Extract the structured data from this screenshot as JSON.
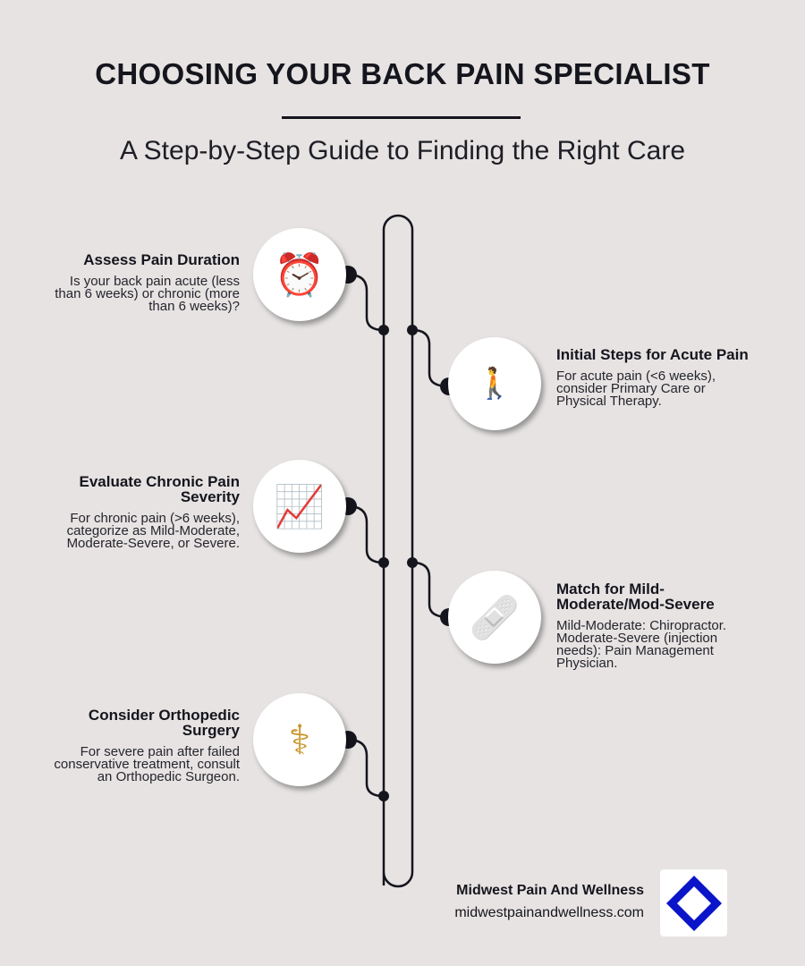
{
  "header": {
    "title": "CHOOSING YOUR BACK PAIN SPECIALIST",
    "subtitle": "A Step-by-Step Guide to Finding the Right Care"
  },
  "steps": [
    {
      "title": "Assess Pain Duration",
      "text": "Is your back pain acute (less than 6 weeks) or chronic (more than 6 weeks)?",
      "icon": "alarm-clock-icon",
      "glyph": "⏰",
      "side": "left"
    },
    {
      "title": "Initial Steps for Acute Pain",
      "text": "For acute pain (<6 weeks), consider Primary Care or Physical Therapy.",
      "icon": "person-walking-icon",
      "glyph": "🚶",
      "side": "right"
    },
    {
      "title": "Evaluate Chronic Pain Severity",
      "text": "For chronic pain (>6 weeks), categorize as Mild-Moderate, Moderate-Severe, or Severe.",
      "icon": "chart-increasing-icon",
      "glyph": "📈",
      "side": "left"
    },
    {
      "title": "Match for Mild-Moderate/Mod-Severe",
      "text": "Mild-Moderate: Chiropractor. Moderate-Severe (injection needs): Pain Management Physician.",
      "icon": "adhesive-bandage-icon",
      "glyph": "🩹",
      "side": "right"
    },
    {
      "title": "Consider Orthopedic Surgery",
      "text": "For severe pain after failed conservative treatment, consult an Orthopedic Surgeon.",
      "icon": "medical-symbol-icon",
      "glyph": "⚕",
      "side": "left"
    }
  ],
  "footer": {
    "company": "Midwest Pain And Wellness",
    "url": "midwestpainandwellness.com",
    "logo_color": "#0a14c8"
  },
  "colors": {
    "background": "#e6e3e2",
    "ink": "#15151d"
  }
}
